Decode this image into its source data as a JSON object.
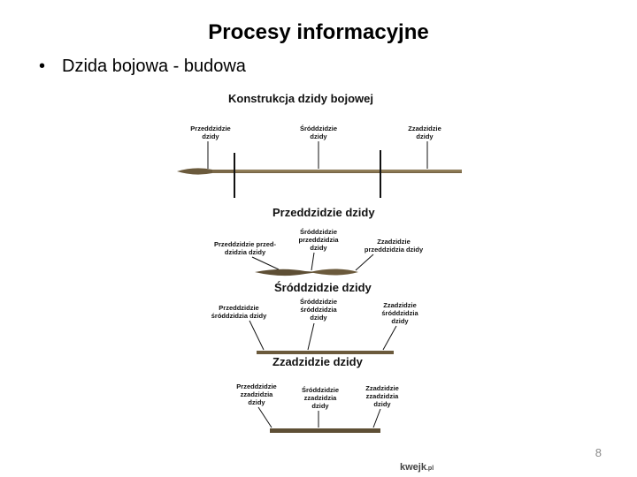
{
  "slide": {
    "title": "Procesy informacyjne",
    "bullet": "Dzida bojowa - budowa",
    "page_number": "8"
  },
  "figure": {
    "header_main": "Konstrukcja dzidy bojowej",
    "main_labels": [
      [
        "Przeddzidzie",
        "dzidy"
      ],
      [
        "Śróddzidzie",
        "dzidy"
      ],
      [
        "Zzadzidzie",
        "dzidy"
      ]
    ],
    "section_1": {
      "header": "Przeddzidzie dzidy",
      "labels": [
        [
          "Przeddzidzie przed-",
          "dzidzia dzidy"
        ],
        [
          "Śróddzidzie",
          "przeddzidzia",
          "dzidy"
        ],
        [
          "Zzadzidzie",
          "przeddzidzia dzidy"
        ]
      ]
    },
    "section_2": {
      "header": "Śróddzidzie dzidy",
      "labels": [
        [
          "Przeddzidzie",
          "śróddzidzia dzidy"
        ],
        [
          "Śróddzidzie",
          "śróddzidzia",
          "dzidy"
        ],
        [
          "Zzadzidzie",
          "śróddzidzia",
          "dzidy"
        ]
      ]
    },
    "section_3": {
      "header": "Zzadzidzie dzidy",
      "labels": [
        [
          "Przeddzidzie",
          "zzadzidzia",
          "dzidy"
        ],
        [
          "Śróddzidzie",
          "zzadzidzia",
          "dzidy"
        ],
        [
          "Zzadzidzie",
          "zzadzidzia",
          "dzidy"
        ]
      ]
    },
    "watermark": "kwejk",
    "watermark_suffix": ".pl",
    "colors": {
      "shaft": "#6b5a3c",
      "shaft_light": "#8a7650",
      "line": "#111111"
    }
  }
}
